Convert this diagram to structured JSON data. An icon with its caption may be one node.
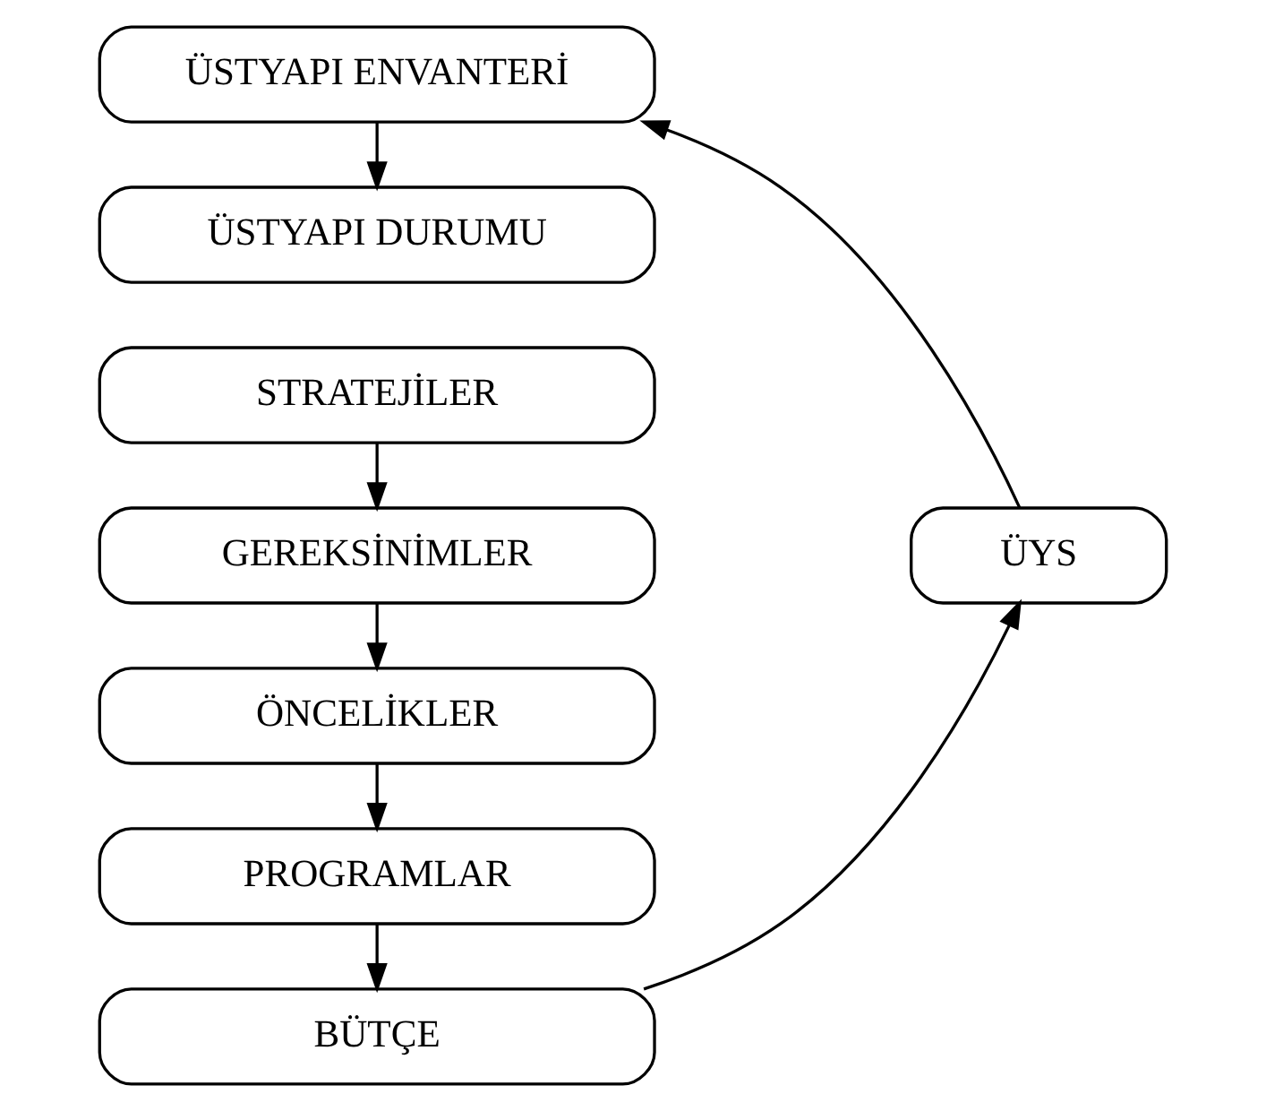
{
  "diagram": {
    "nodes": [
      {
        "text": [
          "ÜSTYAPI ENVANTERİ"
        ]
      },
      {
        "text": [
          "ÜSTYAPI DURUMU"
        ]
      },
      {
        "text": [
          "STRATEJİLER"
        ]
      },
      {
        "text": [
          "GEREKSİNİMLER"
        ]
      },
      {
        "text": [
          "ÖNCELİKLER"
        ]
      },
      {
        "text": [
          "PROGRAMLAR"
        ]
      },
      {
        "text": [
          "BÜTÇE"
        ]
      },
      {
        "text": [
          "ÜYS"
        ]
      }
    ],
    "edges": [
      {
        "from": 0,
        "to": 1,
        "arrow": "to"
      },
      {
        "from": 2,
        "to": 3,
        "arrow": "to"
      },
      {
        "from": 3,
        "to": 4,
        "arrow": "to"
      },
      {
        "from": 4,
        "to": 5,
        "arrow": "to"
      },
      {
        "from": 5,
        "to": 6,
        "arrow": "to"
      },
      {
        "from": 6,
        "to": 7,
        "arrow": "to"
      },
      {
        "from": 7,
        "to": 0,
        "arrow": "to"
      }
    ]
  }
}
